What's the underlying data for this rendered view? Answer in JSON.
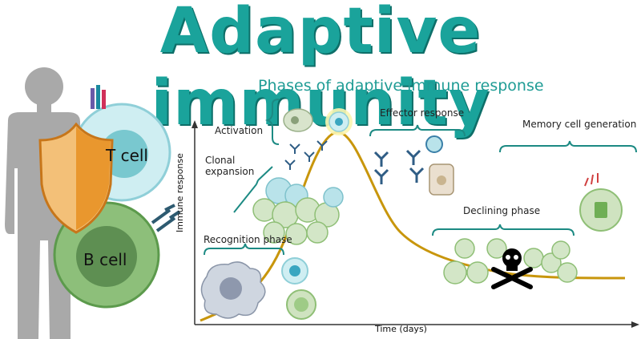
{
  "title": "Adaptive immunity",
  "subtitle": "Phases of  adaptive immune response",
  "cells": {
    "t_cell": "T cell",
    "b_cell": "B cell"
  },
  "phases": {
    "activation": "Activation",
    "clonal_expansion_line1": "Clonal",
    "clonal_expansion_line2": "expansion",
    "recognition": "Recognition phase",
    "effector": "Effector response",
    "memory": "Memory cell generation",
    "declining": "Declining phase"
  },
  "axes": {
    "y": "Immune response",
    "x": "Time (days)"
  },
  "colors": {
    "title": "#1aa39b",
    "curve": "#c8960c",
    "bracket": "#1c8a83",
    "t_cell": "#b9e3ea",
    "b_cell": "#7fb56e",
    "shield": "#f0a030"
  }
}
